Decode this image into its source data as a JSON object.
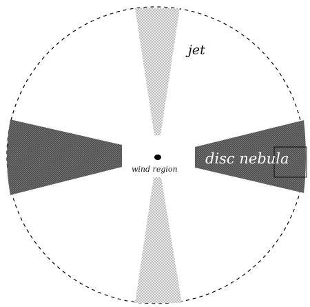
{
  "diagram": {
    "labels": {
      "jet": "jet",
      "disc": "disc nebula",
      "wind": "wind region"
    },
    "colors": {
      "background": "#ffffff",
      "outline": "#000000",
      "disc_fill": "#555555",
      "jet_fill": "#c8c8c8",
      "label_dark": "#111111",
      "label_light": "#ffffff"
    }
  }
}
